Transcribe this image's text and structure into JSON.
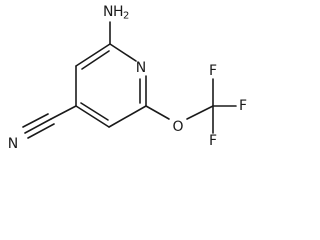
{
  "atoms": {
    "amine": {
      "element": "N",
      "hydrogens": "H",
      "hcount": "2"
    },
    "ring_nitrogen": {
      "element": "N"
    },
    "ether_oxygen": {
      "element": "O"
    },
    "fluorine_top": {
      "element": "F"
    },
    "fluorine_right": {
      "element": "F"
    },
    "fluorine_bottom": {
      "element": "F"
    },
    "nitrile_nitrogen": {
      "element": "N"
    }
  }
}
